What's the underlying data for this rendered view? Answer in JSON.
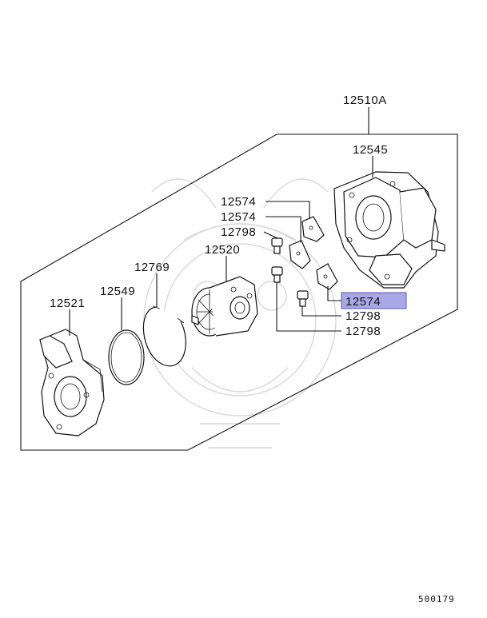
{
  "diagram": {
    "labels": {
      "assembly": "12510A",
      "housing": "12545",
      "shim_top": "12574",
      "shim_mid": "12574",
      "bolt_top": "12798",
      "cartridge": "12520",
      "snap_ring": "12769",
      "oring": "12549",
      "compressor_housing": "12521",
      "shim_highlighted": "12574",
      "bolt_right_a": "12798",
      "bolt_right_b": "12798"
    },
    "footer_code": "500179",
    "highlight_color": "#a8a8e6"
  }
}
